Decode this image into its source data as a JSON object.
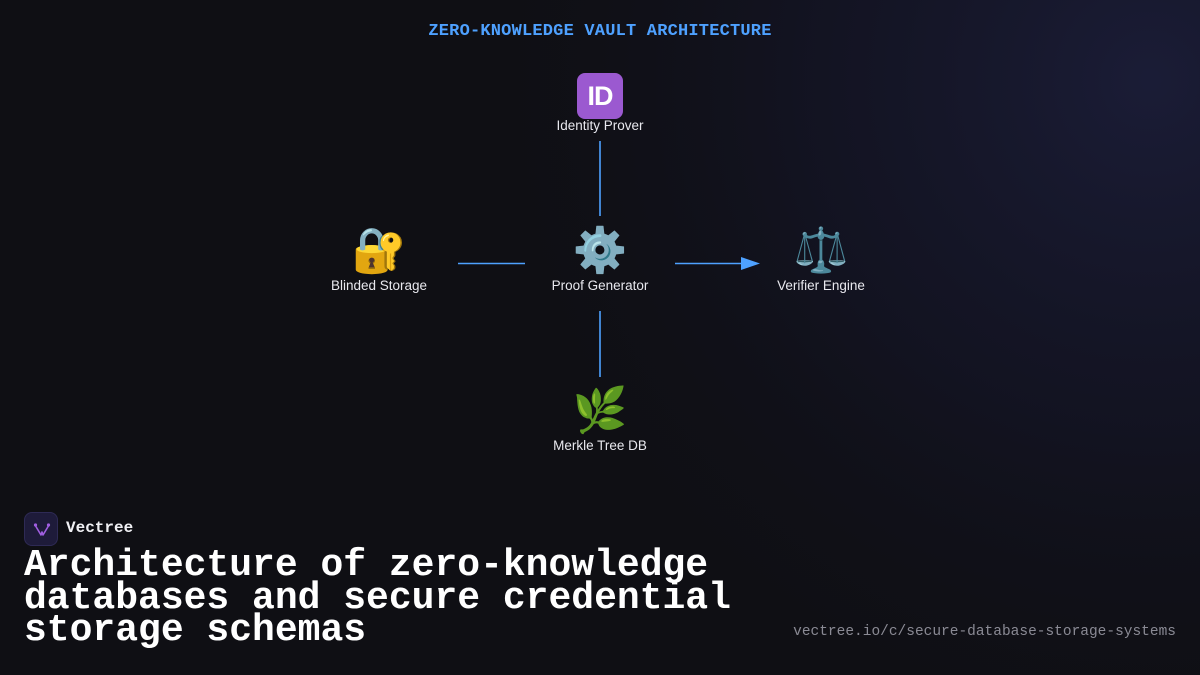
{
  "diagram": {
    "title": "ZERO-KNOWLEDGE VAULT ARCHITECTURE",
    "accent_color": "#4ea1ff",
    "nodes": {
      "identity": {
        "label": "Identity Prover",
        "icon": "id-badge-icon",
        "glyph": "ID"
      },
      "storage": {
        "label": "Blinded Storage",
        "icon": "locked-with-key-icon",
        "glyph": "🔐"
      },
      "generator": {
        "label": "Proof Generator",
        "icon": "gear-icon",
        "glyph": "⚙️"
      },
      "verifier": {
        "label": "Verifier Engine",
        "icon": "balance-scale-icon",
        "glyph": "⚖️"
      },
      "merkle": {
        "label": "Merkle Tree DB",
        "icon": "herb-leaf-icon",
        "glyph": "🌿"
      }
    },
    "edges": [
      {
        "from": "identity",
        "to": "generator",
        "arrow": false
      },
      {
        "from": "storage",
        "to": "generator",
        "arrow": false
      },
      {
        "from": "generator",
        "to": "verifier",
        "arrow": true
      },
      {
        "from": "generator",
        "to": "merkle",
        "arrow": false
      }
    ]
  },
  "brand": {
    "name": "Vectree",
    "logo_icon": "vectree-logo-icon",
    "logo_color": "#a05ee0"
  },
  "headline": "Architecture of zero-knowledge databases and secure credential storage schemas",
  "source_url": "vectree.io/c/secure-database-storage-systems"
}
